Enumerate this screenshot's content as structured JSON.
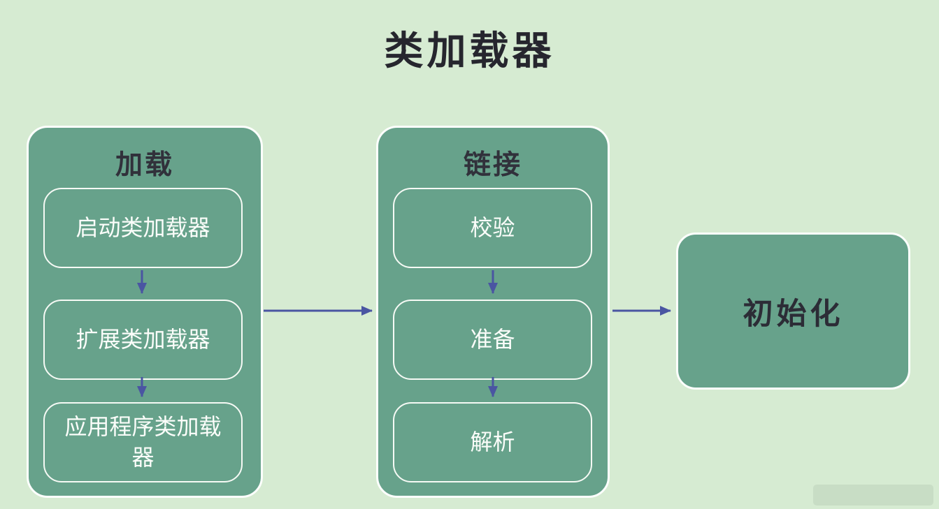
{
  "title": "类加载器",
  "groups": [
    {
      "label": "加载",
      "steps": [
        "启动类加载器",
        "扩展类加载器",
        "应用程序类加载器"
      ]
    },
    {
      "label": "链接",
      "steps": [
        "校验",
        "准备",
        "解析"
      ]
    }
  ],
  "final_label": "初始化",
  "colors": {
    "background": "#d6ebd2",
    "node_fill": "#67a28b",
    "node_border": "#fdfffd",
    "arrow": "#4a55a2",
    "heading_text": "#26262e",
    "step_text": "#fbfdfa"
  }
}
